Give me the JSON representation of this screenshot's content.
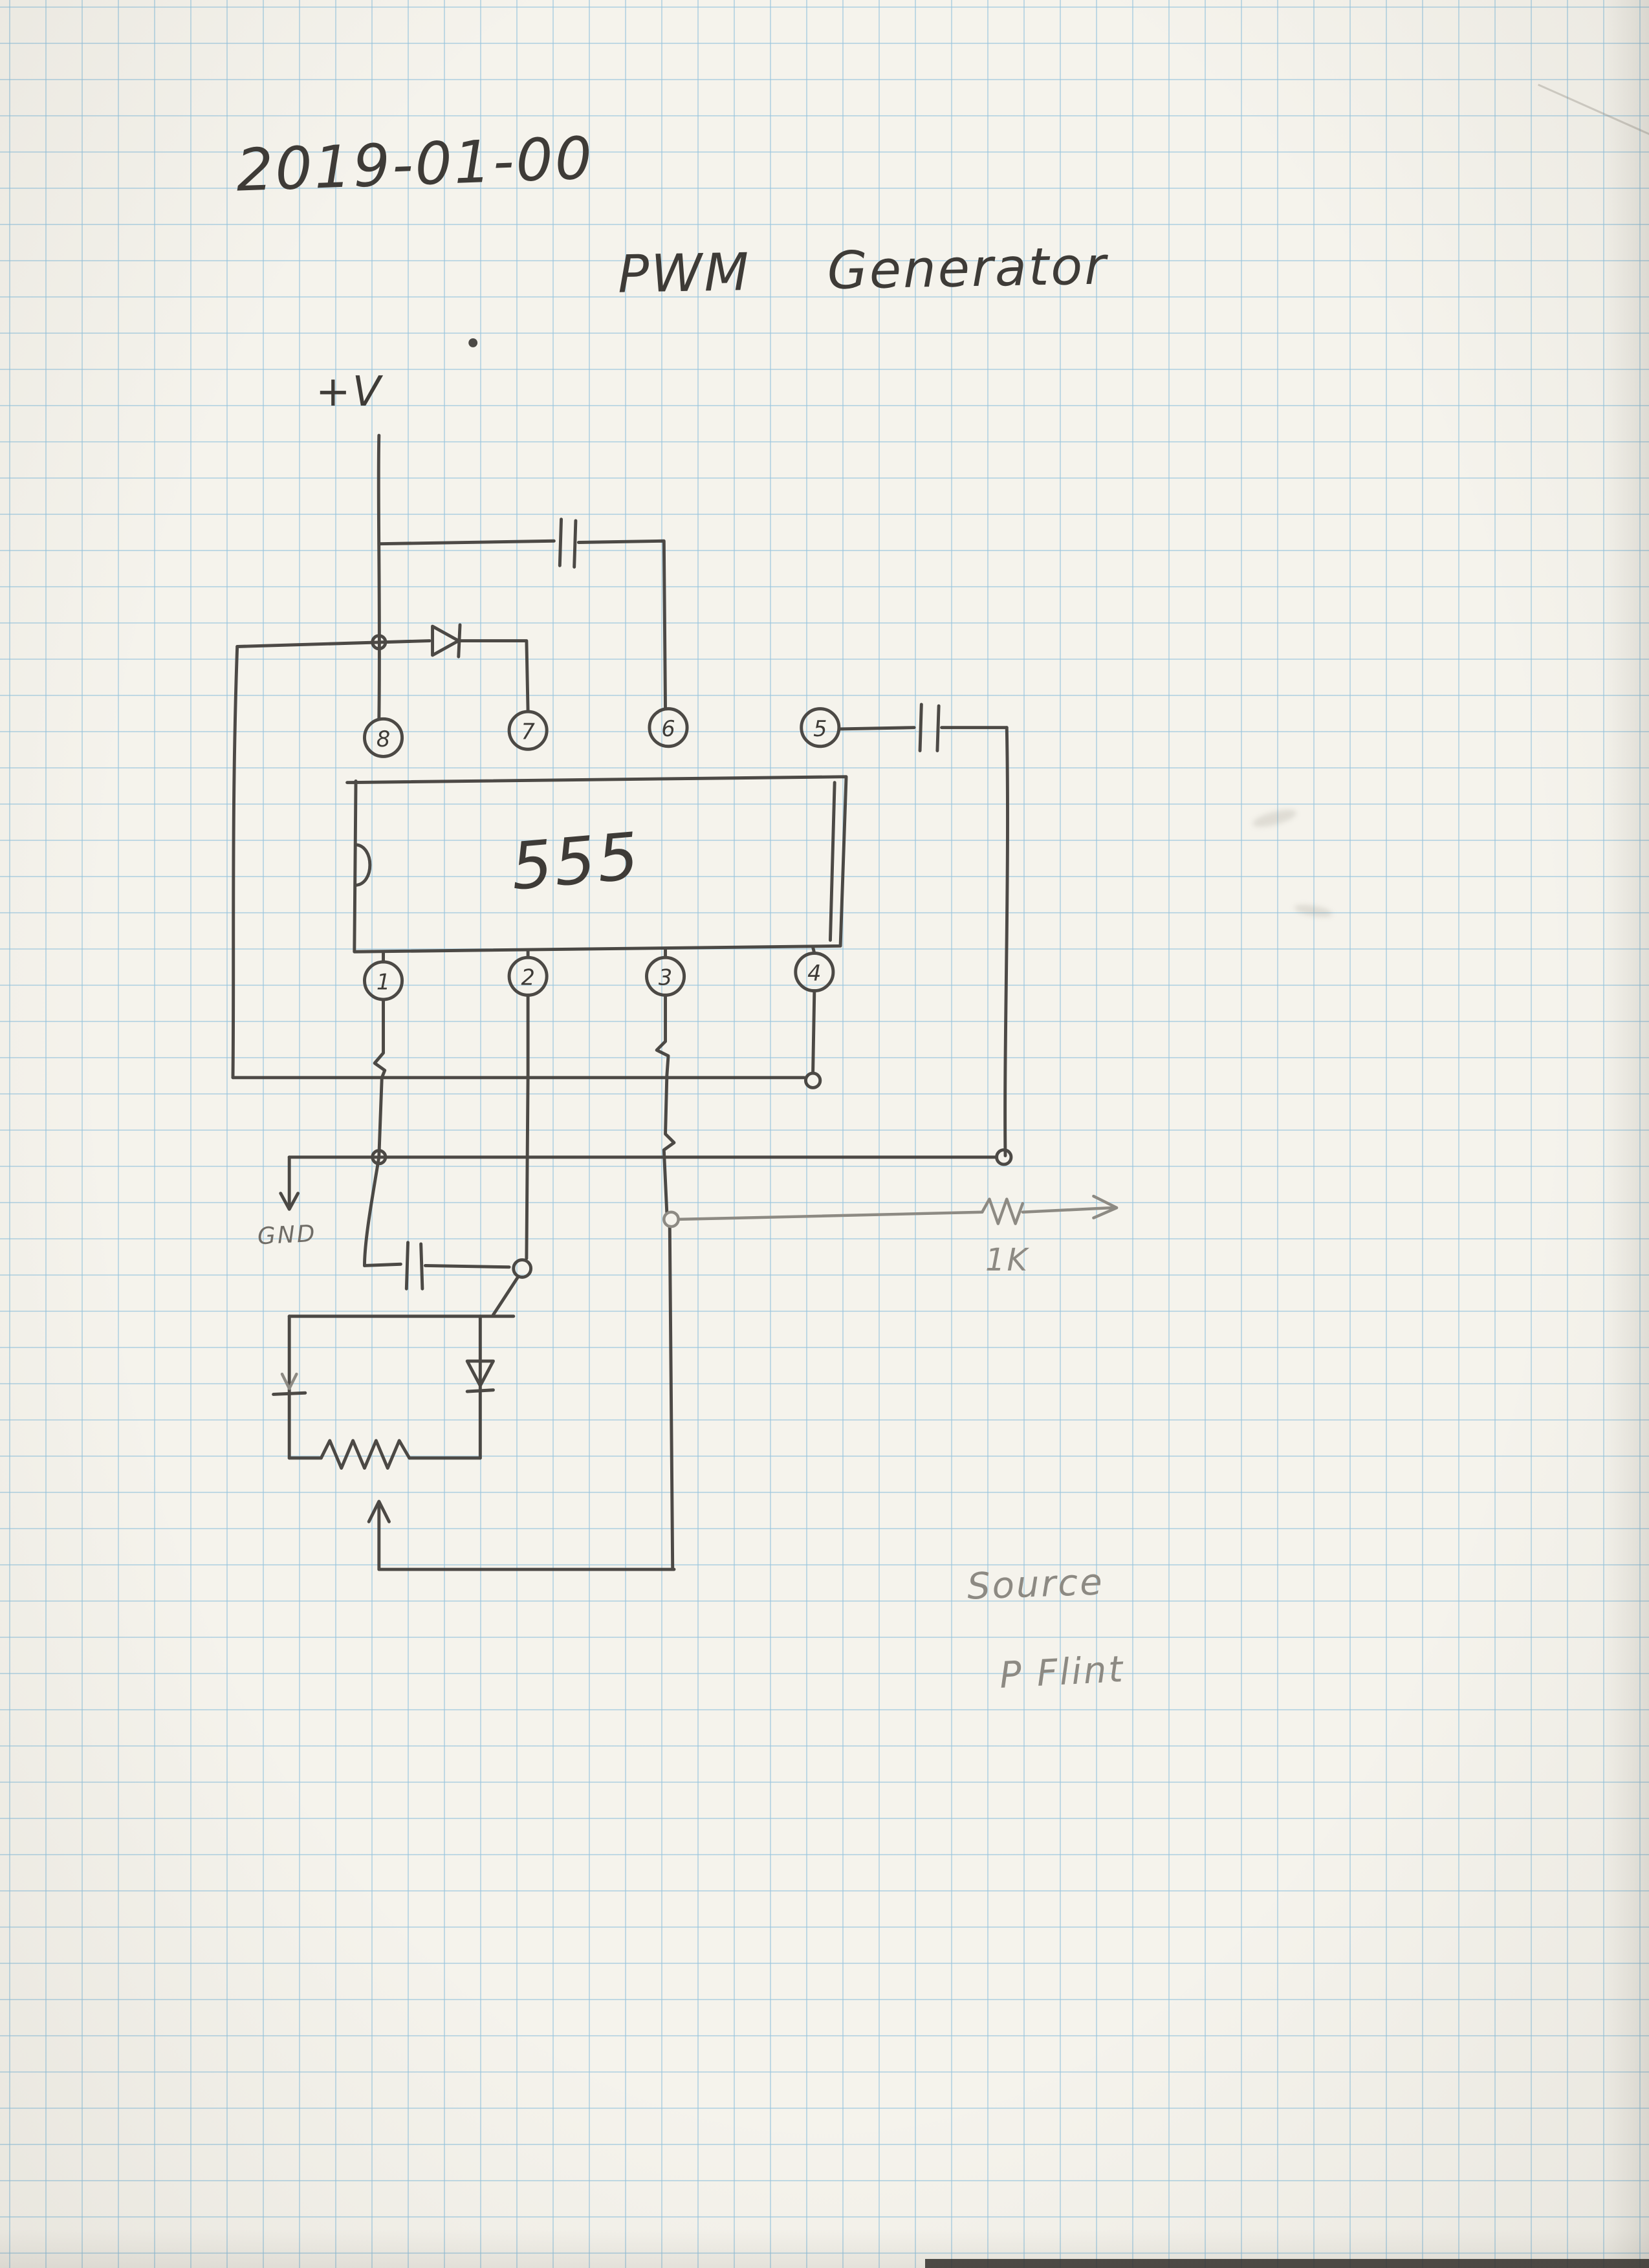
{
  "page": {
    "date": "2019-01-00",
    "title": "PWM Generator",
    "source_label": "Source",
    "source_name": "P Flint"
  },
  "circuit": {
    "power_label": "+V",
    "ic_label": "555",
    "ground_label": "GND",
    "resistor_label": "1K",
    "top_pins": [
      "8",
      "7",
      "6",
      "5"
    ],
    "bottom_pins": [
      "1",
      "2",
      "3",
      "4"
    ]
  },
  "colors": {
    "paper": "#f5f3ec",
    "grid_line": "#94c2dd",
    "ink": "#3e3b37",
    "pencil": "#8d8a83"
  }
}
